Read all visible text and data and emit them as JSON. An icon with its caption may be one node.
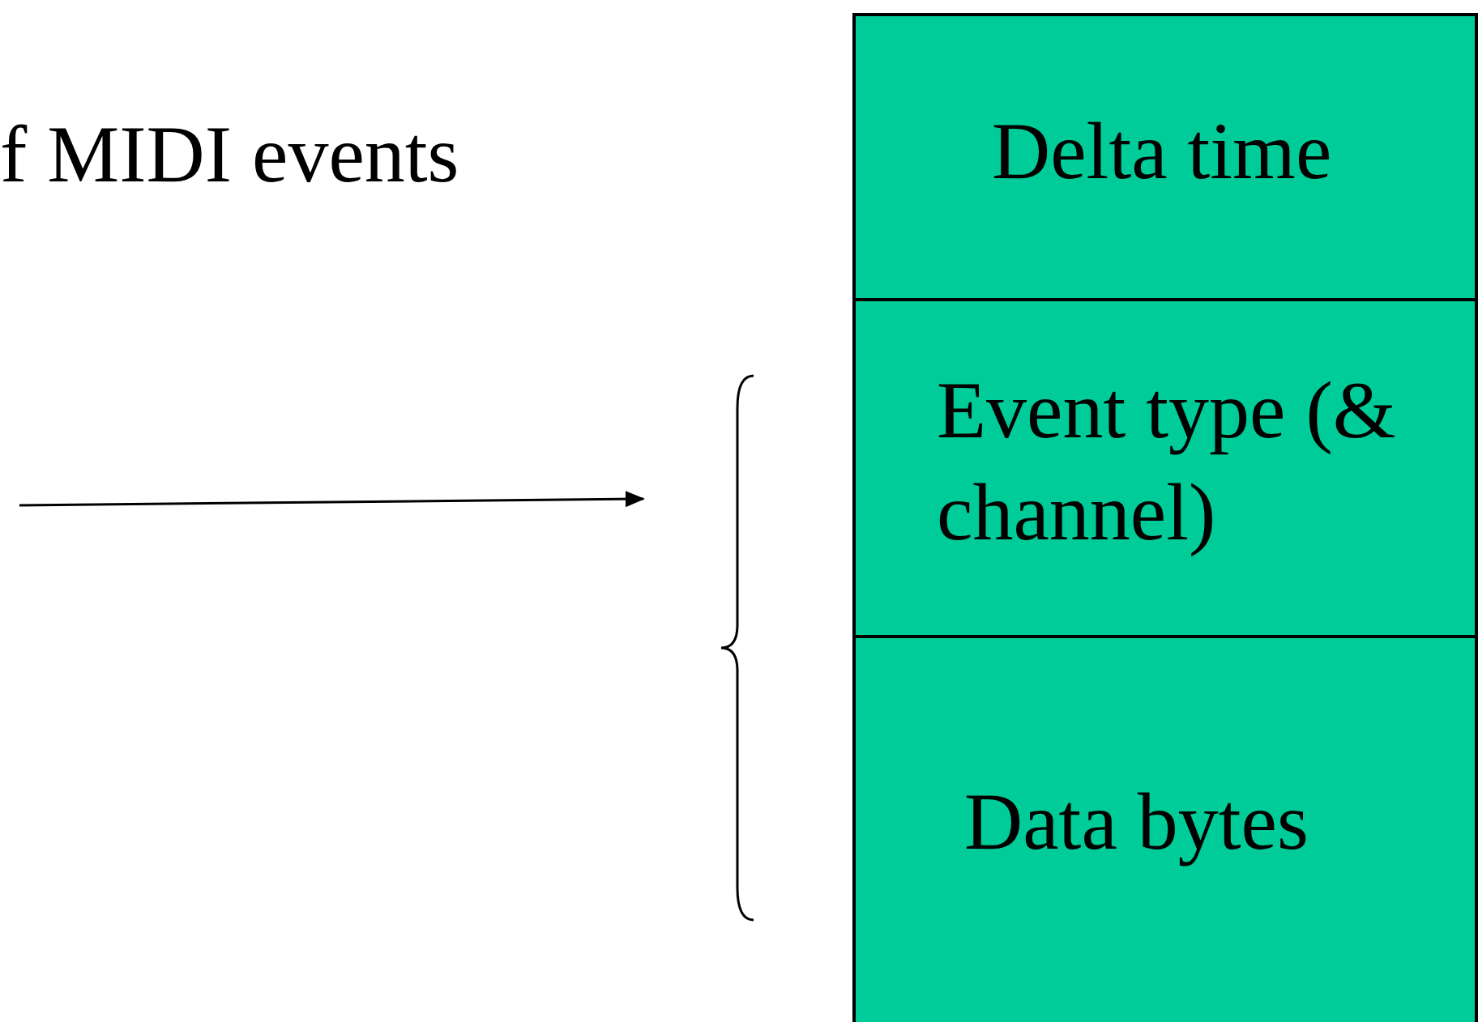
{
  "diagram": {
    "nodes": [
      {
        "text": [
          "Delta time"
        ]
      },
      {
        "text": [
          "Event type (& channel)"
        ]
      },
      {
        "text": [
          "Data bytes"
        ]
      },
      {
        "text": [],
        "shape": "brace"
      }
    ],
    "edges": [
      {
        "from": null,
        "to": 3,
        "arrow": "to"
      }
    ],
    "labels": [
      "f MIDI events"
    ]
  }
}
